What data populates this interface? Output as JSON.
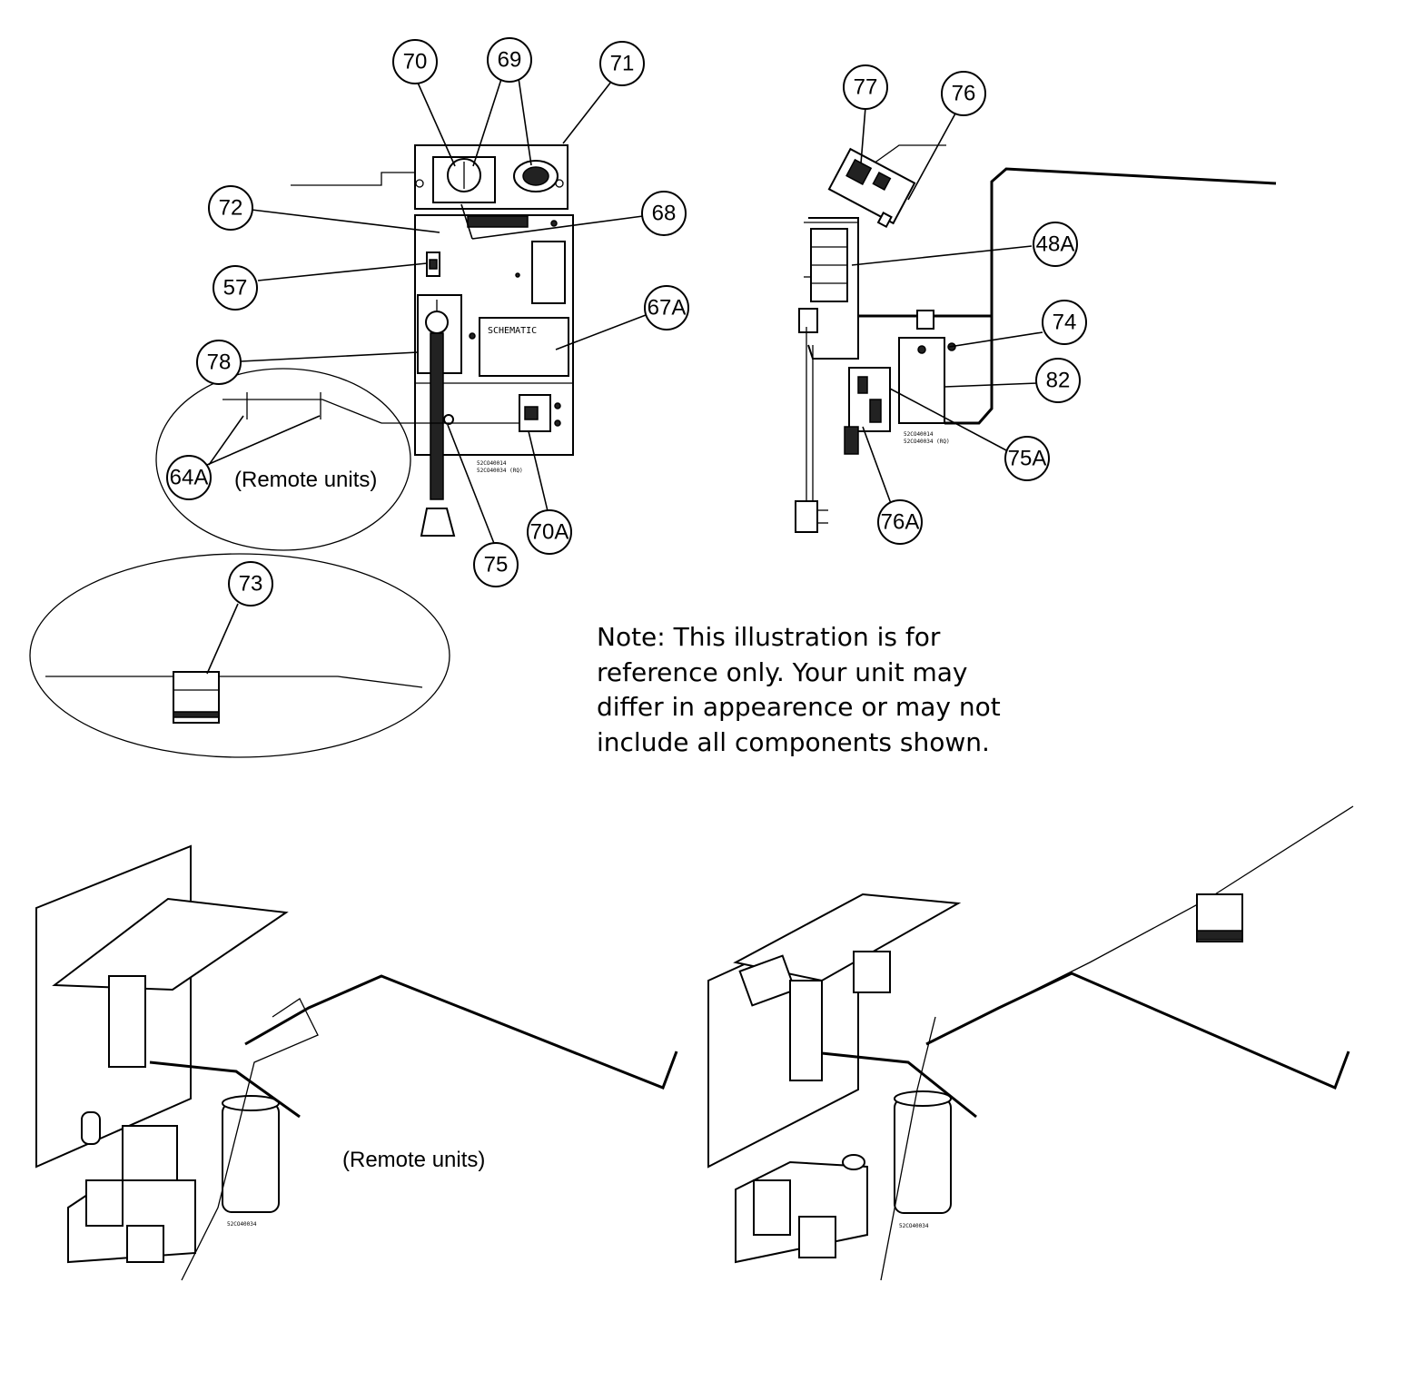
{
  "callouts": {
    "c70": "70",
    "c69": "69",
    "c71": "71",
    "c72": "72",
    "c68": "68",
    "c57": "57",
    "c67a": "67A",
    "c78": "78",
    "c64a": "64A",
    "c75": "75",
    "c70a": "70A",
    "c73": "73",
    "c77": "77",
    "c76": "76",
    "c48a": "48A",
    "c74": "74",
    "c82": "82",
    "c75a": "75A",
    "c76a": "76A"
  },
  "labels": {
    "remote_units_top": "(Remote units)",
    "remote_units_bottom": "(Remote units)",
    "schematic": "SCHEMATIC"
  },
  "note": {
    "lines": [
      "Note: This illustration is for",
      "reference only. Your unit may",
      "differ in appearence or may not",
      "include all components shown."
    ]
  }
}
